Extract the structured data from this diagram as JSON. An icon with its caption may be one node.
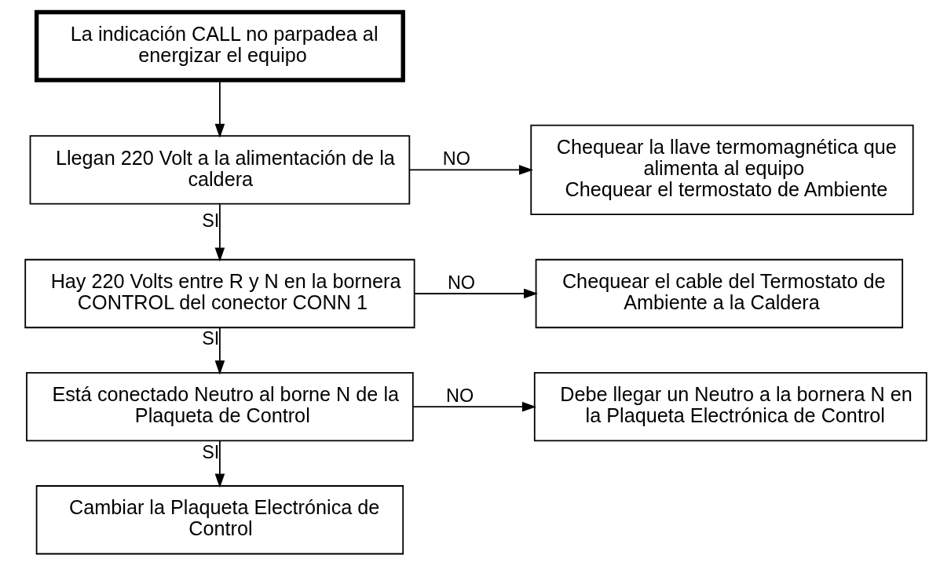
{
  "diagram": {
    "nodes": [
      {
        "text": [
          "La indicación CALL no parpadea al energizar el equipo"
        ]
      },
      {
        "text": [
          "Llegan 220 Volt a la alimentación de la caldera"
        ]
      },
      {
        "text": [
          "Chequear la llave termomagnética que alimenta al equipo",
          "Chequear el termostato de Ambiente"
        ]
      },
      {
        "text": [
          "Hay 220 Volts entre R y N en la bornera CONTROL del conector CONN 1"
        ]
      },
      {
        "text": [
          "Chequear el cable del Termostato de Ambiente a la Caldera"
        ]
      },
      {
        "text": [
          "Está conectado Neutro al borne N de la Plaqueta de Control"
        ]
      },
      {
        "text": [
          "Debe llegar un Neutro a la bornera N en la Plaqueta Electrónica de Control"
        ]
      },
      {
        "text": [
          "Cambiar la Plaqueta Electrónica de Control"
        ]
      }
    ],
    "edges": [
      {
        "from": 0,
        "to": 1,
        "arrow": "to"
      },
      {
        "from": 1,
        "to": 2,
        "arrow": "to",
        "label": "NO"
      },
      {
        "from": 1,
        "to": 3,
        "arrow": "to",
        "label": "SI"
      },
      {
        "from": 3,
        "to": 4,
        "arrow": "to",
        "label": "NO"
      },
      {
        "from": 3,
        "to": 5,
        "arrow": "to",
        "label": "SI"
      },
      {
        "from": 5,
        "to": 6,
        "arrow": "to",
        "label": "NO"
      },
      {
        "from": 5,
        "to": 7,
        "arrow": "to",
        "label": "SI"
      }
    ]
  }
}
